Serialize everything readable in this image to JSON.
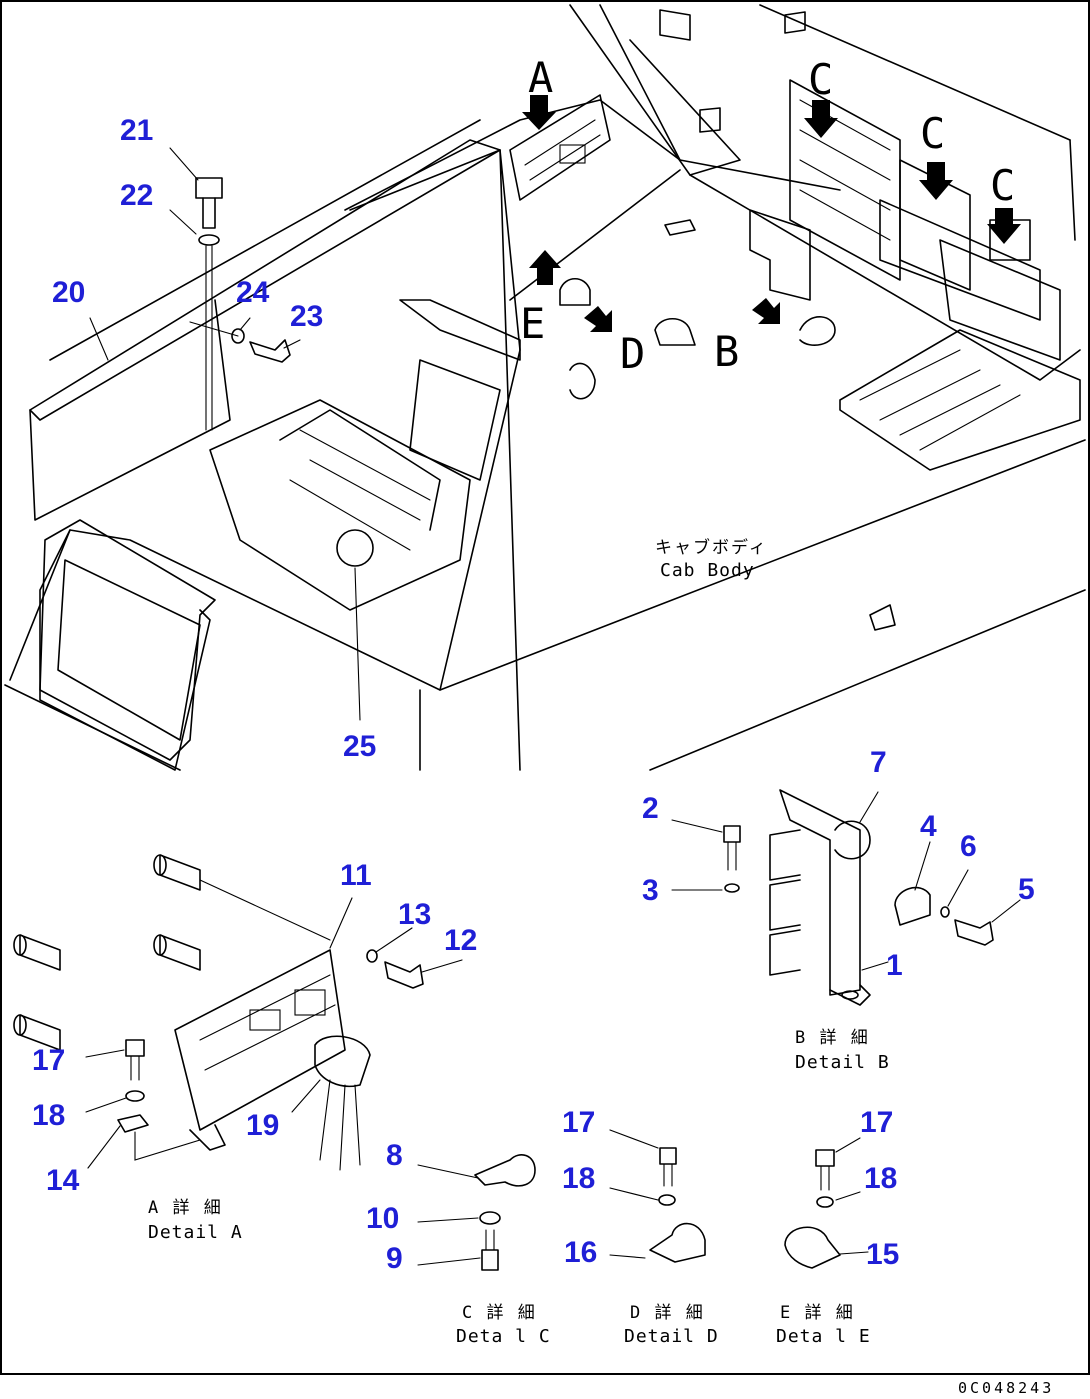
{
  "drawing_code": "0C048243",
  "view_letters": {
    "A": "A",
    "B": "B",
    "C1": "C",
    "C2": "C",
    "C3": "C",
    "D": "D",
    "E": "E"
  },
  "cab_body": {
    "jp": "キャブボディ",
    "en": "Cab Body"
  },
  "details": {
    "A": {
      "jp": "A 詳 細",
      "en": "Detail A"
    },
    "B": {
      "jp": "B 詳 細",
      "en": "Detail B"
    },
    "C": {
      "jp": "C 詳 細",
      "en": "Deta l C"
    },
    "D": {
      "jp": "D 詳 細",
      "en": "Detail D"
    },
    "E": {
      "jp": "E 詳 細",
      "en": "Deta l E"
    }
  },
  "callouts": {
    "n1": "1",
    "n2": "2",
    "n3": "3",
    "n4": "4",
    "n5": "5",
    "n6": "6",
    "n7": "7",
    "n8": "8",
    "n9": "9",
    "n10": "10",
    "n11": "11",
    "n12": "12",
    "n13": "13",
    "n14": "14",
    "n15": "15",
    "n16": "16",
    "n17a": "17",
    "n17b": "17",
    "n17c": "17",
    "n18a": "18",
    "n18b": "18",
    "n18c": "18",
    "n19": "19",
    "n20": "20",
    "n21": "21",
    "n22": "22",
    "n23": "23",
    "n24": "24",
    "n25": "25"
  },
  "colors": {
    "callout": "#1f1fd6",
    "line": "#000000",
    "background": "#ffffff"
  }
}
